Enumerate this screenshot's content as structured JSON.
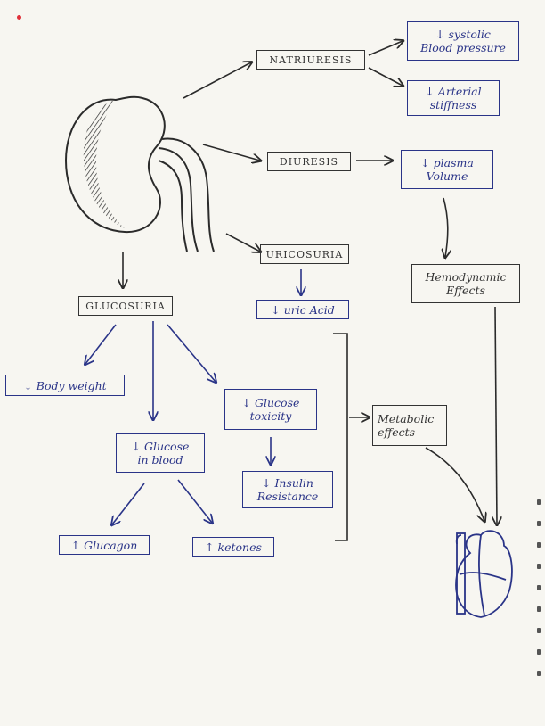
{
  "diagram": {
    "nodes": {
      "natriuresis": "NATRIURESIS",
      "systolic_bp": "↓ systolic\nBlood pressure",
      "arterial_stiffness": "↓ Arterial\nstiffness",
      "diuresis": "DIURESIS",
      "plasma_volume": "↓ plasma\nVolume",
      "hemodynamic": "Hemodynamic\nEffects",
      "uricosuria": "URICOSURIA",
      "uric_acid": "↓ uric Acid",
      "glucosuria": "GLUCOSURIA",
      "body_weight": "↓ Body weight",
      "glucose_toxicity": "↓ Glucose\ntoxicity",
      "insulin_resistance": "↓ Insulin\nResistance",
      "glucose_blood": "↓ Glucose\nin blood",
      "glucagon": "↑ Glucagon",
      "ketones": "↑ ketones",
      "metabolic": "Metabolic\neffects"
    },
    "colors": {
      "ink_blue": "#2a3488",
      "ink_dark": "#2b2b2b",
      "paper": "#f7f6f1",
      "marker": "#e0303a"
    },
    "icons": [
      "kidney-icon",
      "heart-icon"
    ]
  }
}
